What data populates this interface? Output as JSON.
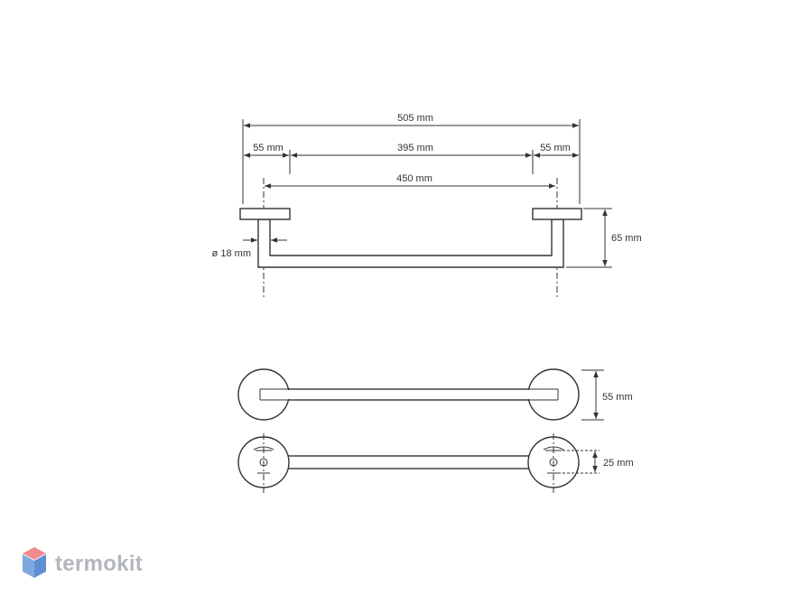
{
  "dimensions": {
    "overall_length": "505 mm",
    "left_offset": "55 mm",
    "rail_length": "395 mm",
    "right_offset": "55 mm",
    "center_distance": "450 mm",
    "tube_diameter": "ø 18 mm",
    "projection": "65 mm",
    "rosette_diameter": "55 mm",
    "screw_spacing": "25 mm"
  },
  "brand": {
    "name": "termokit",
    "colors": {
      "top": "#f08a8e",
      "left": "#7fa8de",
      "right": "#5f8fd3"
    }
  },
  "colors": {
    "line": "#333333",
    "text": "#333333",
    "brand_text": "#b3b6bb"
  }
}
